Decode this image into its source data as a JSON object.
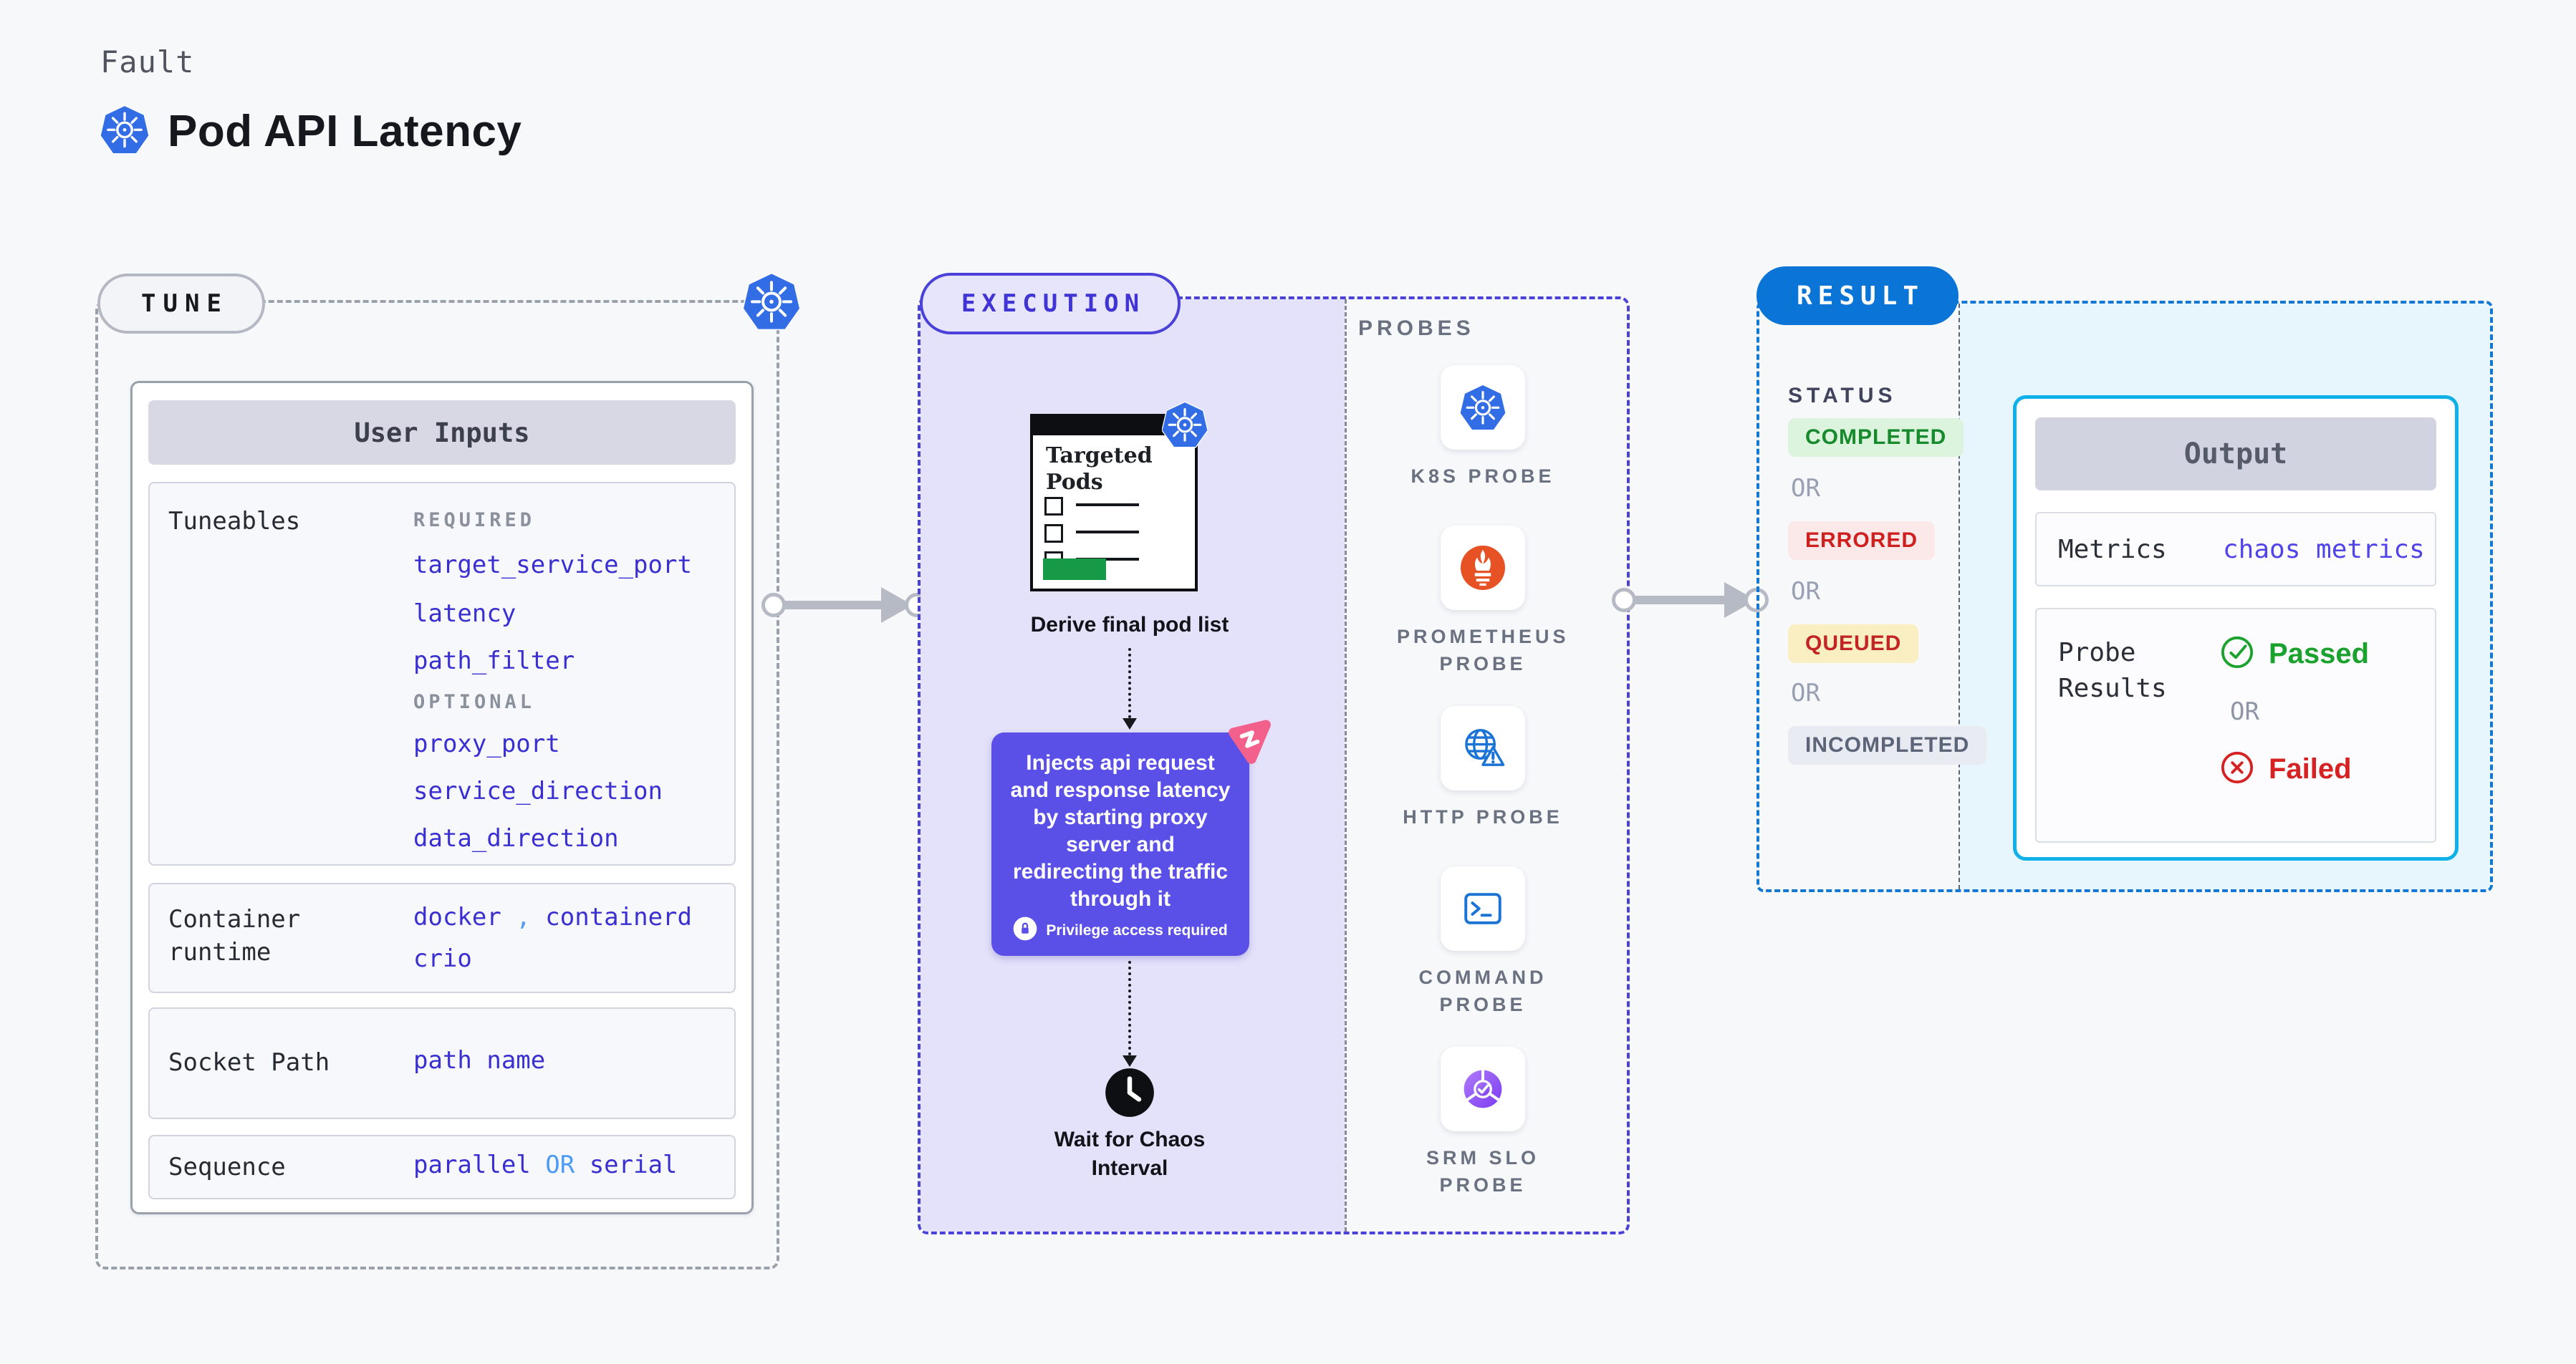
{
  "header": {
    "eyebrow": "Fault",
    "title": "Pod API Latency"
  },
  "tune": {
    "pill": "TUNE",
    "card_title": "User Inputs",
    "tuneables": {
      "label": "Tuneables",
      "required_heading": "REQUIRED",
      "required": [
        "target_service_port",
        "latency",
        "path_filter"
      ],
      "optional_heading": "OPTIONAL",
      "optional": [
        "proxy_port",
        "service_direction",
        "data_direction"
      ]
    },
    "container_runtime": {
      "label": "Container runtime",
      "value1": "docker",
      "separator": ",",
      "value2": "containerd",
      "value3": "crio"
    },
    "socket_path": {
      "label": "Socket Path",
      "value": "path name"
    },
    "sequence": {
      "label": "Sequence",
      "value1": "parallel",
      "or": "OR",
      "value2": "serial"
    }
  },
  "execution": {
    "pill": "EXECUTION",
    "targeted_pods_title": "Targeted Pods",
    "derive_caption": "Derive final pod list",
    "inject_description": "Injects api request and response latency by starting proxy server and redirecting the traffic through it",
    "privilege_note": "Privilege access required",
    "wait_caption": "Wait for Chaos Interval"
  },
  "probes": {
    "heading": "PROBES",
    "items": [
      {
        "label": "K8S PROBE",
        "icon": "kubernetes-icon"
      },
      {
        "label": "PROMETHEUS PROBE",
        "icon": "prometheus-icon"
      },
      {
        "label": "HTTP PROBE",
        "icon": "globe-alert-icon"
      },
      {
        "label": "COMMAND PROBE",
        "icon": "terminal-icon"
      },
      {
        "label": "SRM SLO PROBE",
        "icon": "slo-gauge-icon"
      }
    ]
  },
  "result": {
    "pill": "RESULT",
    "status_heading": "STATUS",
    "or": "OR",
    "badges": [
      {
        "label": "COMPLETED",
        "fg": "#168a2c",
        "bg": "#dcf3dd"
      },
      {
        "label": "ERRORED",
        "fg": "#cf2020",
        "bg": "#fbe9e9"
      },
      {
        "label": "QUEUED",
        "fg": "#c32525",
        "bg": "#faeec3"
      },
      {
        "label": "INCOMPLETED",
        "fg": "#5c6578",
        "bg": "#e9ebf3"
      }
    ],
    "output": {
      "title": "Output",
      "metrics_label": "Metrics",
      "metrics_value": "chaos metrics",
      "probe_results_label": "Probe Results",
      "passed": "Passed",
      "or": "OR",
      "failed": "Failed"
    }
  },
  "colors": {
    "page_bg": "#f7f8fa",
    "kubernetes_blue": "#326de6",
    "execution_border": "#4a42d8",
    "execution_panel": "#e4e2fa",
    "inject_card": "#5a50e8",
    "chaos_pink": "#f2608b",
    "result_border": "#1278d3",
    "result_pill": "#0b75d7",
    "output_border": "#10b1e8",
    "output_panel": "#e7f5fc",
    "value_indigo": "#3a2fd1",
    "value_lightblue": "#4d9bf6",
    "passed_green": "#1aa12e",
    "failed_red": "#d62222",
    "arrow_gray": "#b6bac4",
    "targeted_green": "#169a47"
  }
}
